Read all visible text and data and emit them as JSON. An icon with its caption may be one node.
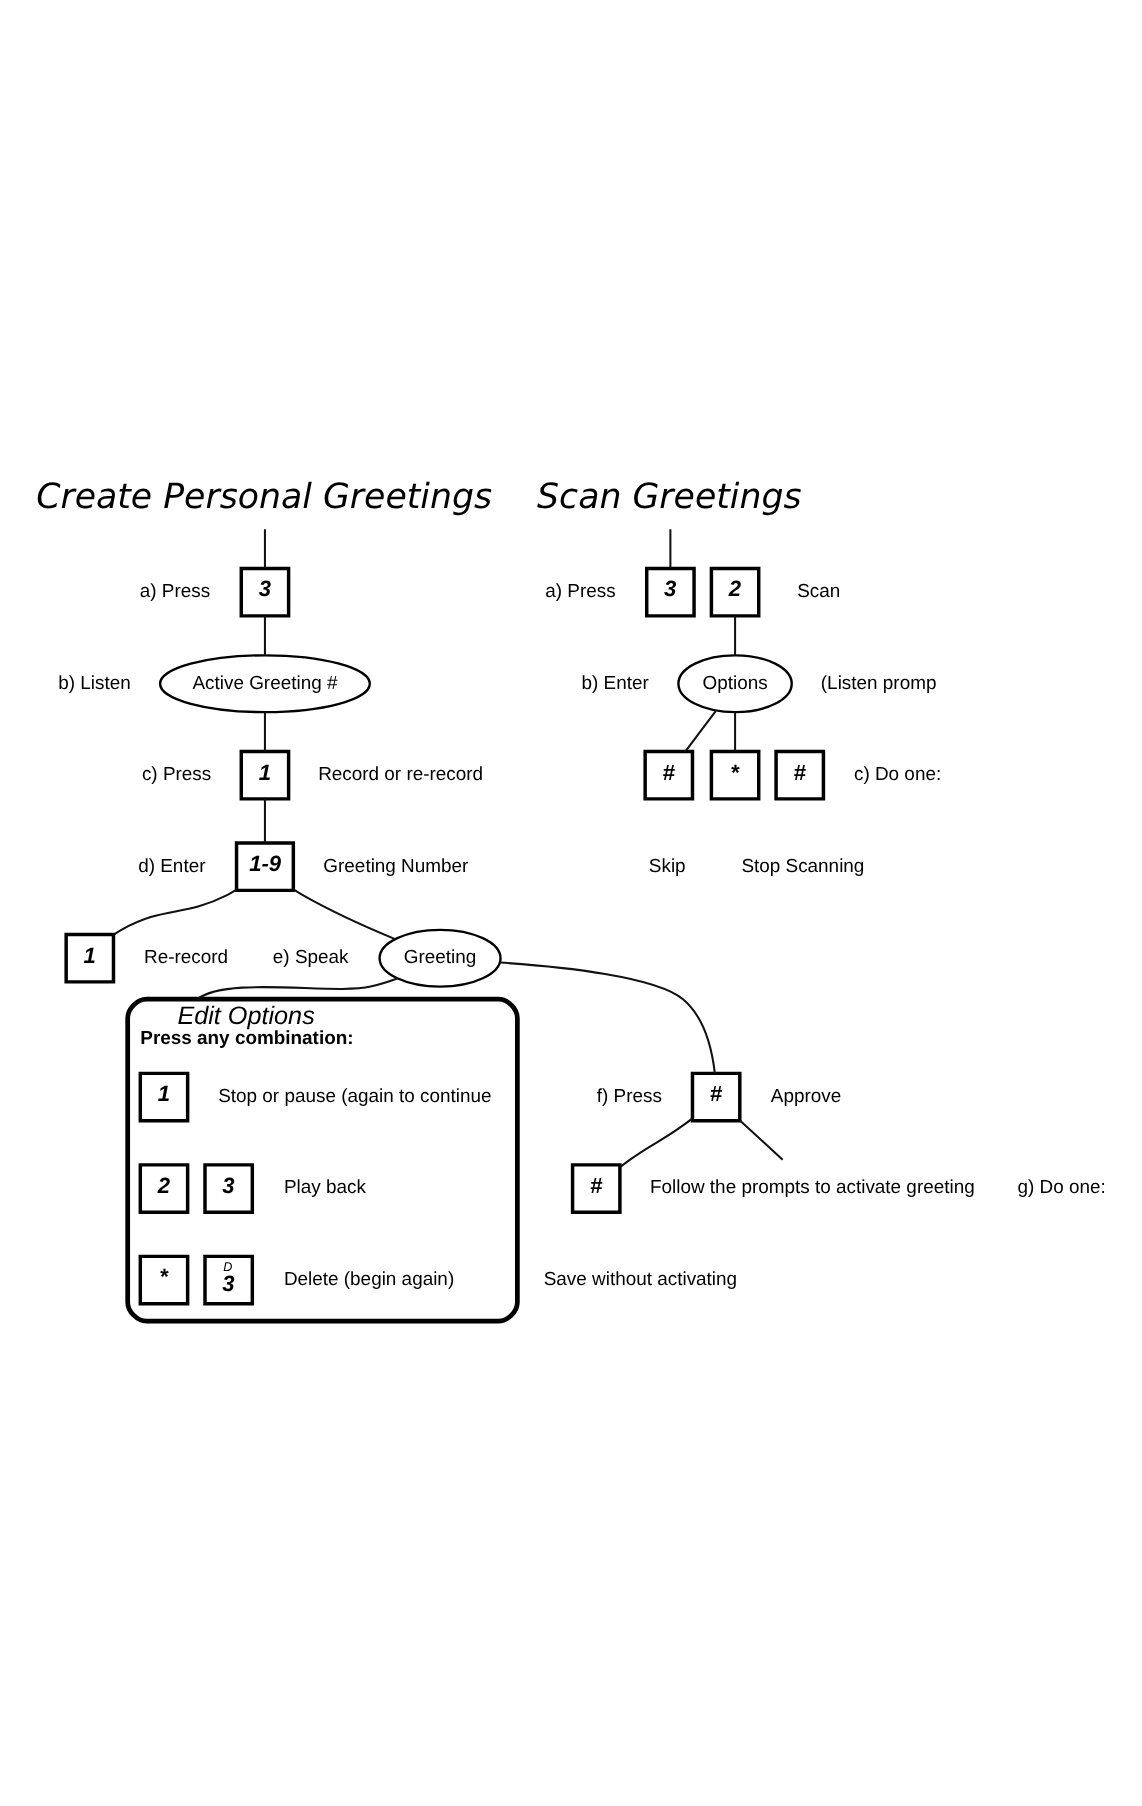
{
  "diagram": {
    "nodes": [
      {
        "text": [
          "Create Personal Greetings"
        ]
      },
      {
        "text": [
          "3"
        ],
        "beside": [
          "a) Press"
        ]
      },
      {
        "text": [
          "Active Greeting #"
        ],
        "beside": [
          "b) Listen"
        ]
      },
      {
        "text": [
          "1"
        ],
        "beside": [
          "c) Press",
          "Record or re-record"
        ]
      },
      {
        "text": [
          "1-9"
        ],
        "beside": [
          "d) Enter",
          "Greeting Number"
        ]
      },
      {
        "text": [
          "1"
        ],
        "beside": [
          "Re-record"
        ]
      },
      {
        "text": [
          "Greeting"
        ],
        "beside": [
          "e) Speak"
        ]
      },
      {
        "text": [
          "#"
        ],
        "beside": [
          "f) Press",
          "Approve"
        ]
      },
      {
        "text": [
          "#"
        ],
        "beside": [
          "Save without activating"
        ]
      },
      {
        "text": [
          "Follow the prompts to activate greeting"
        ]
      },
      {
        "text": [
          "Scan Greetings"
        ]
      },
      {
        "text": [
          "3"
        ],
        "beside": [
          "a) Press"
        ]
      },
      {
        "text": [
          "2"
        ],
        "beside": [
          "Scan"
        ]
      },
      {
        "text": [
          "Options"
        ],
        "beside": [
          "b) Enter",
          "(Listen promp"
        ]
      },
      {
        "text": [
          "#"
        ],
        "beside": [
          "Skip"
        ]
      },
      {
        "text": [
          "*"
        ]
      },
      {
        "text": [
          "#"
        ],
        "beside": [
          "Stop Scanning"
        ]
      },
      {
        "text": [
          "Edit Options",
          "Press any combination:"
        ]
      },
      {
        "text": [
          "1"
        ],
        "in": 17,
        "beside": [
          "Stop or pause (again to continue"
        ]
      },
      {
        "text": [
          "2"
        ],
        "in": 17
      },
      {
        "text": [
          "3"
        ],
        "in": 17,
        "beside": [
          "Play back"
        ]
      },
      {
        "text": [
          "*"
        ],
        "in": 17
      },
      {
        "text": [
          "D",
          "3"
        ],
        "in": 17,
        "beside": [
          "Delete (begin again)"
        ]
      }
    ],
    "edges": [
      {
        "from": 0,
        "to": 1,
        "arrow": "none"
      },
      {
        "from": 1,
        "to": 2,
        "arrow": "none"
      },
      {
        "from": 2,
        "to": 3,
        "arrow": "none"
      },
      {
        "from": 3,
        "to": 4,
        "arrow": "none"
      },
      {
        "from": 4,
        "to": 5,
        "arrow": "none"
      },
      {
        "from": 4,
        "to": 6,
        "arrow": "none"
      },
      {
        "from": 6,
        "to": 7,
        "arrow": "none"
      },
      {
        "from": 6,
        "to": 17,
        "arrow": "none"
      },
      {
        "from": 7,
        "to": 8,
        "arrow": "none"
      },
      {
        "from": 7,
        "to": 9,
        "arrow": "none"
      },
      {
        "from": 10,
        "to": 11,
        "arrow": "none"
      },
      {
        "from": 12,
        "to": 13,
        "arrow": "none"
      },
      {
        "from": 13,
        "to": 14,
        "arrow": "none"
      },
      {
        "from": 13,
        "to": 15,
        "arrow": "none"
      }
    ],
    "labels": [
      "g) Do one:",
      "c) Do one:"
    ]
  }
}
